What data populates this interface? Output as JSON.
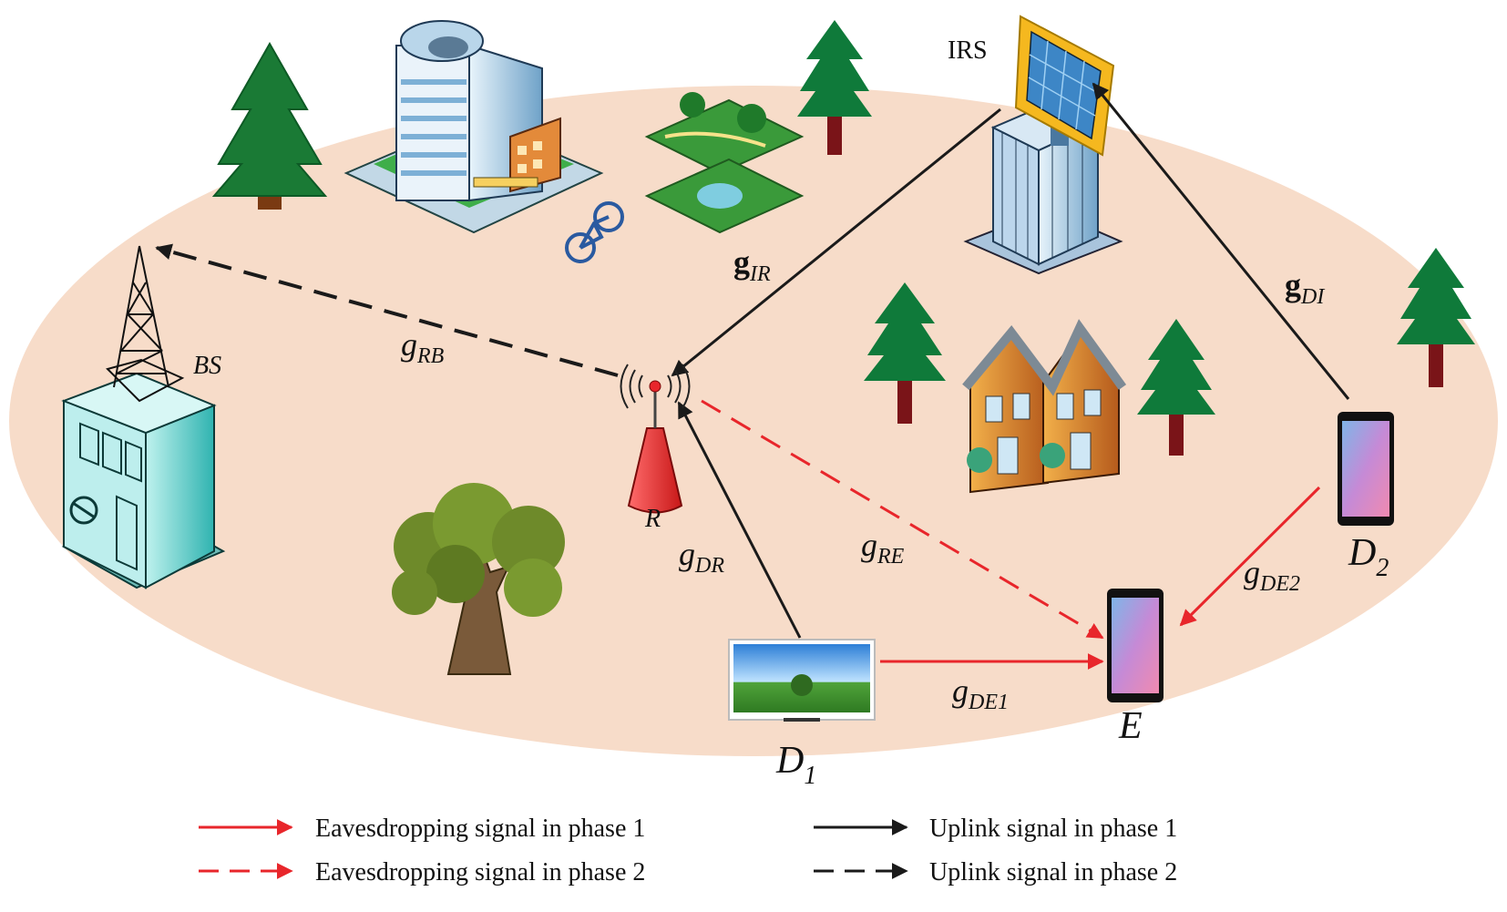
{
  "nodes": {
    "bs": {
      "label": "BS"
    },
    "relay": {
      "label": "R"
    },
    "irs": {
      "label": "IRS"
    },
    "d1": {
      "main": "D",
      "sub": "1"
    },
    "d2": {
      "main": "D",
      "sub": "2"
    },
    "eve": {
      "label": "E"
    }
  },
  "links": {
    "g_rb": {
      "main": "g",
      "sub": "RB",
      "bold": false
    },
    "g_ir": {
      "main": "g",
      "sub": "IR",
      "bold": true
    },
    "g_di": {
      "main": "g",
      "sub": "DI",
      "bold": true
    },
    "g_dr": {
      "main": "g",
      "sub": "DR",
      "bold": false
    },
    "g_re": {
      "main": "g",
      "sub": "RE",
      "bold": false
    },
    "g_de1": {
      "main": "g",
      "sub": "DE1",
      "bold": false
    },
    "g_de2": {
      "main": "g",
      "sub": "DE2",
      "bold": false
    }
  },
  "legend": {
    "eaves_phase1": "Eavesdropping signal in phase 1",
    "eaves_phase2": "Eavesdropping signal in phase 2",
    "uplink_phase1": "Uplink signal in phase 1",
    "uplink_phase2": "Uplink signal in phase 2"
  },
  "colors": {
    "ground": "#f7dcc9",
    "eavesdropping": "#e8262b",
    "uplink": "#1a1a1a",
    "tree_green": "#0f7a3a",
    "trunk": "#7a1418",
    "irs_frame": "#f5b81f",
    "irs_panel": "#3d86c6"
  }
}
